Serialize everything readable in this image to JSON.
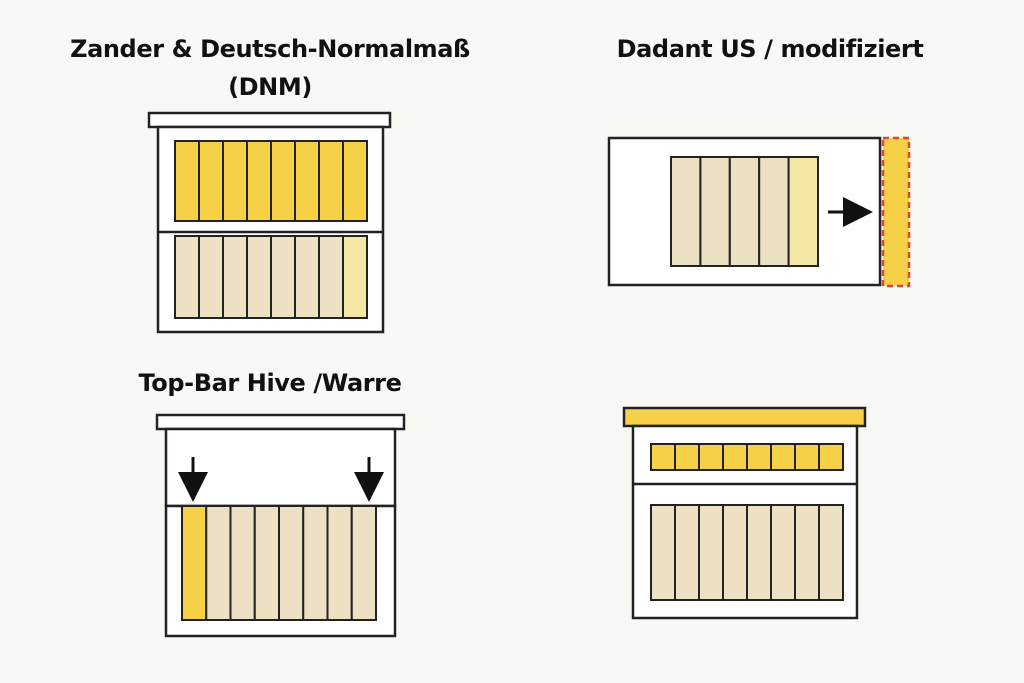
{
  "panels": {
    "zander": {
      "title_line1": "Zander & Deutsch-Normalmaß",
      "title_line2": "(DNM)"
    },
    "dadant": {
      "title": "Dadant US / modifiziert"
    },
    "topbar": {
      "title": "Top-Bar Hive /Warre"
    },
    "fourth": {
      "title": ""
    }
  },
  "colors": {
    "yellow": "#f6d046",
    "beige": "#ede1c3",
    "pale_yellow": "#f5e7a4",
    "outline": "#222222",
    "red_dash": "#d9453a",
    "background": "#f8f8f5"
  }
}
